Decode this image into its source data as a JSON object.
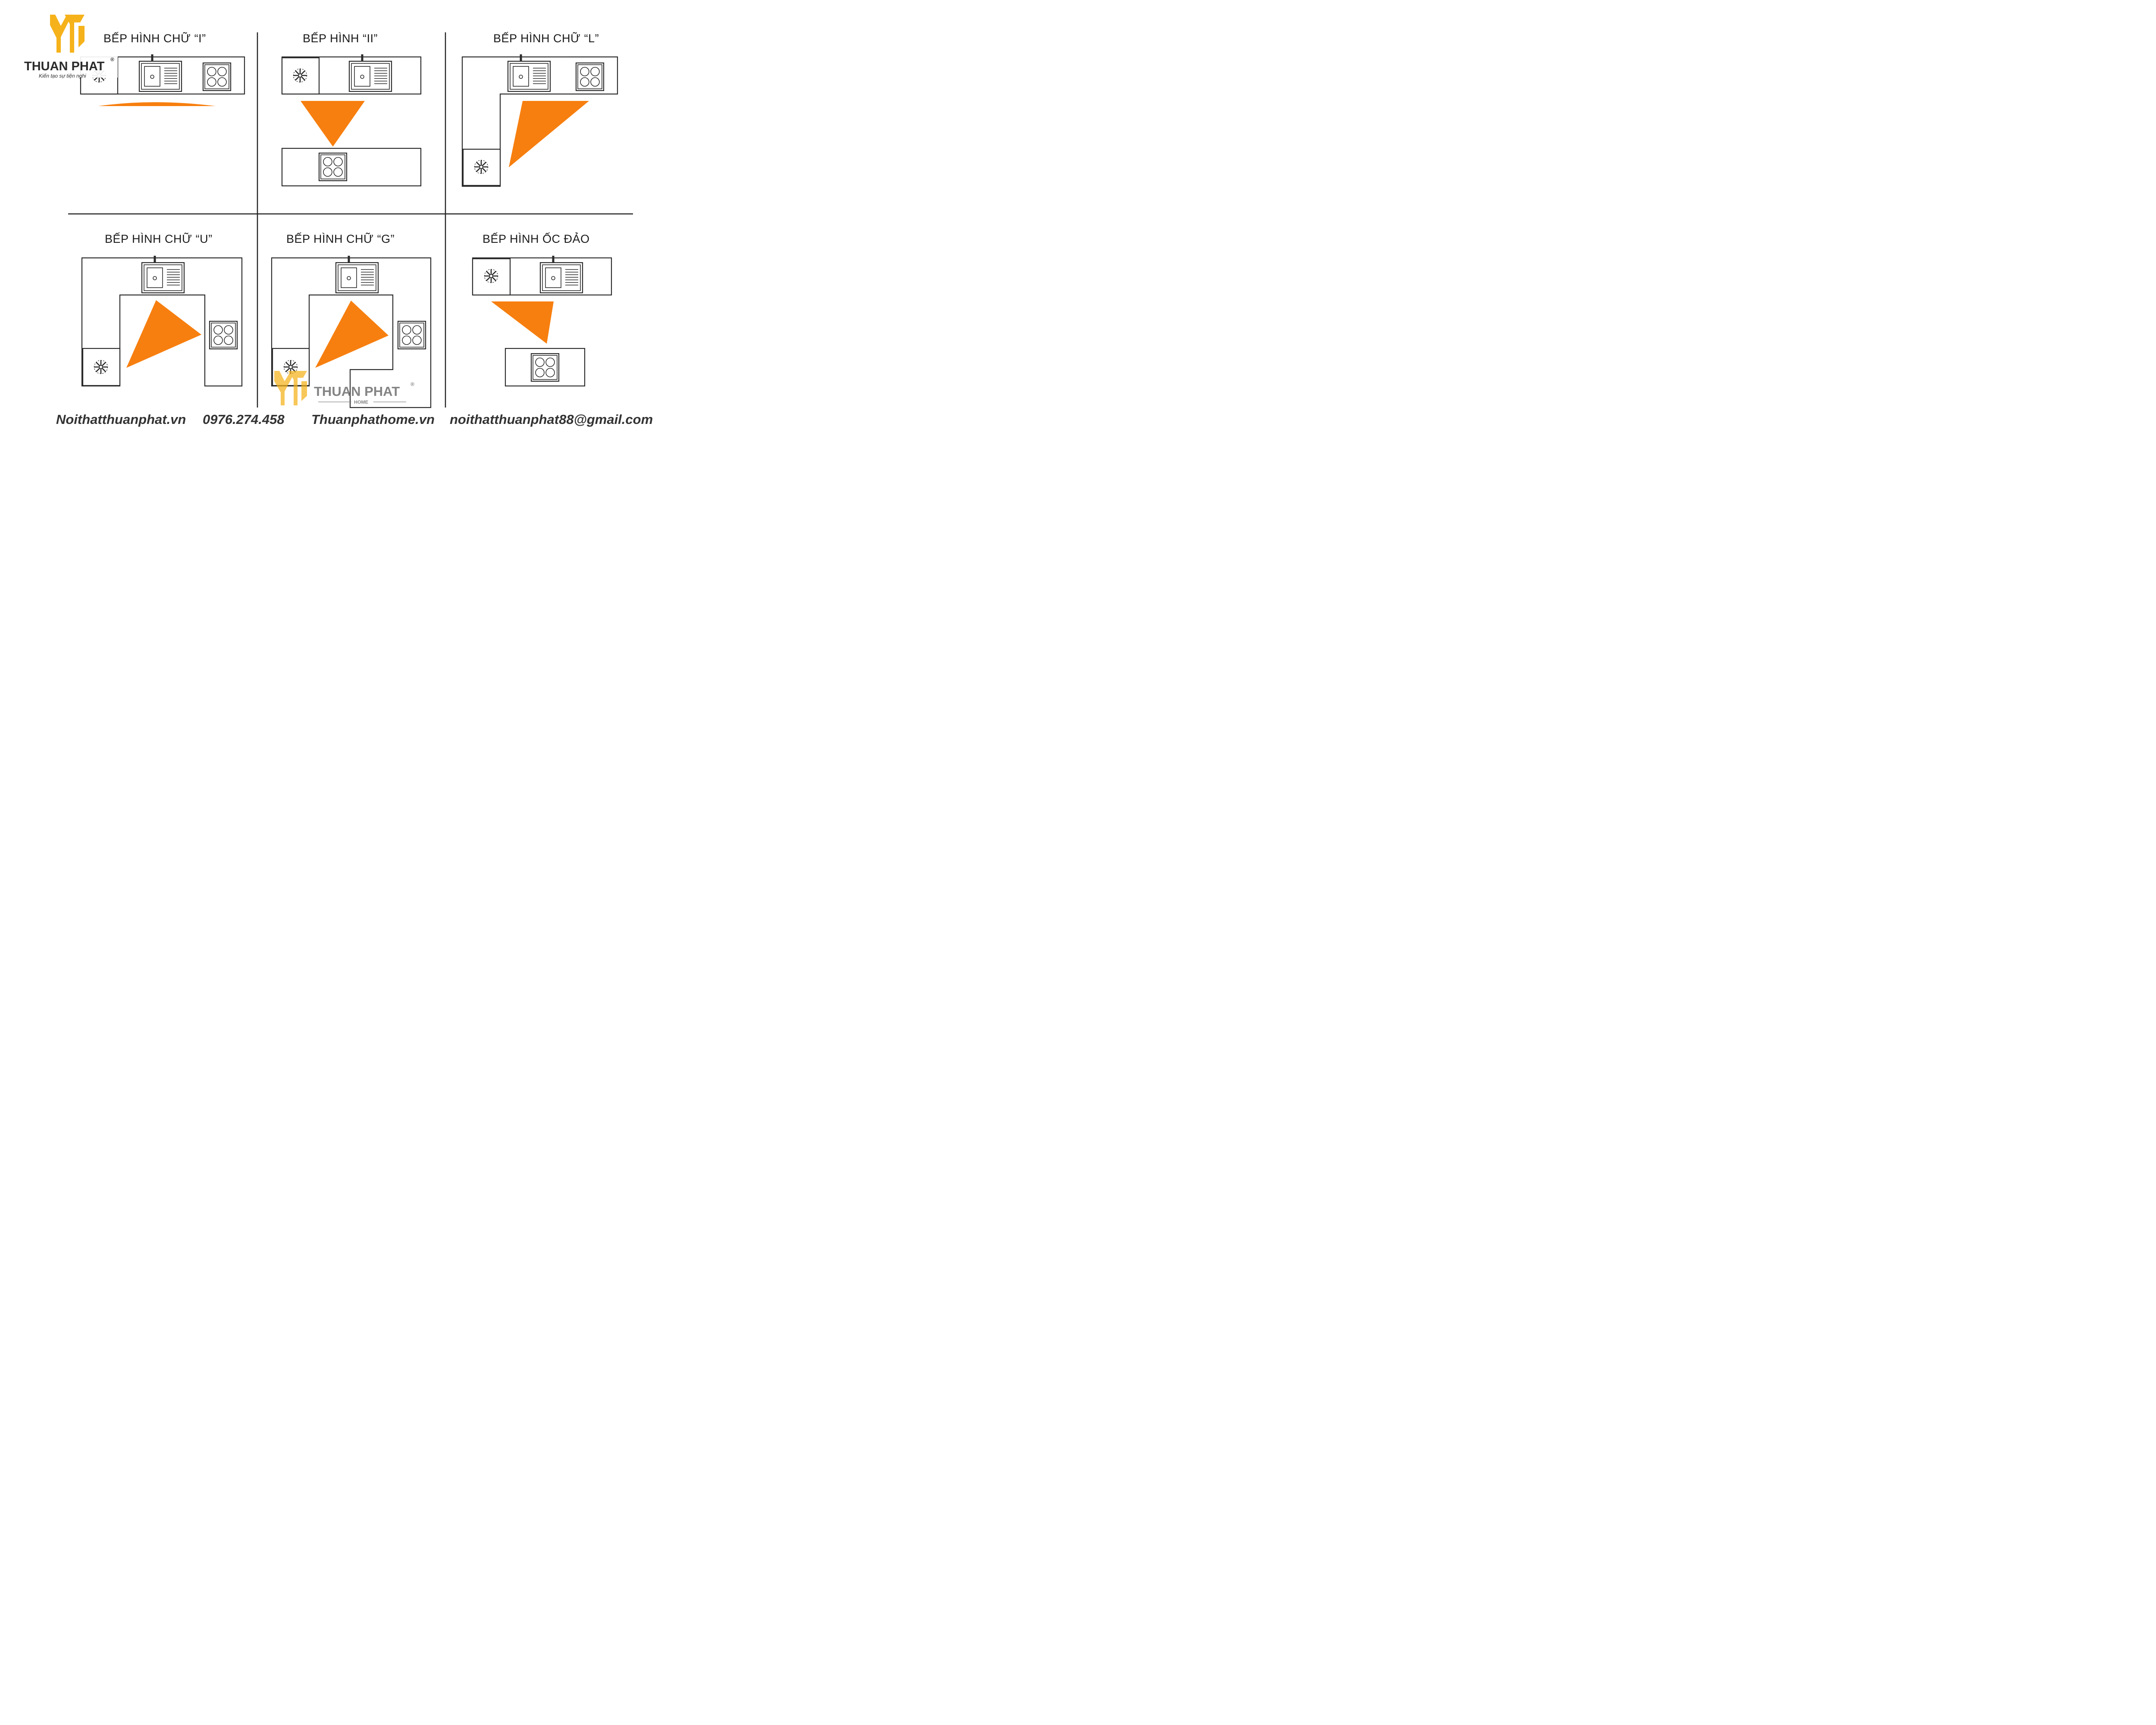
{
  "panels": [
    {
      "title": "BẾP HÌNH CHỮ “I”"
    },
    {
      "title": "BẾP HÌNH  “II”"
    },
    {
      "title": "BẾP HÌNH  CHỮ “L”"
    },
    {
      "title": "BẾP HÌNH  CHỮ “U”"
    },
    {
      "title": "BẾP HÌNH  CHỮ “G”"
    },
    {
      "title": "BẾP HÌNH  ỐC ĐẢO"
    }
  ],
  "logo": {
    "name": "THUAN PHAT",
    "registered": "®",
    "tagline": "Kiến tạo sự tiện nghi"
  },
  "watermark": {
    "name": "THUAN PHAT",
    "registered": "®",
    "sub": "HOME"
  },
  "footer": {
    "website1": "Noithatthuanphat.vn",
    "phone": "0976.274.458",
    "website2": "Thuanphathome.vn",
    "email": "noithatthuanphat88@gmail.com"
  },
  "colors": {
    "triangle": "#f77f0f",
    "logo_gold": "#f5b21a",
    "logo_dark": "#2b2b2b",
    "line": "#2b2b2b"
  }
}
